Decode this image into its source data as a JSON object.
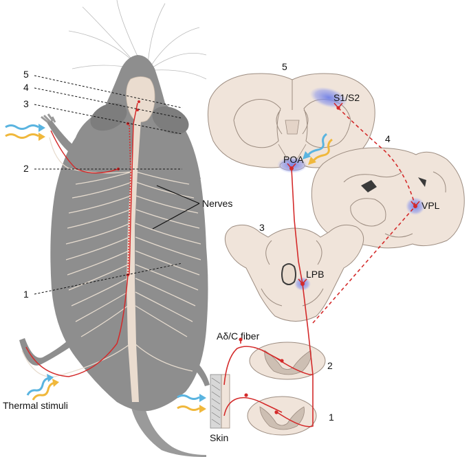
{
  "section_numbers": [
    "1",
    "2",
    "3",
    "4",
    "5"
  ],
  "labels": {
    "nerves": "Nerves",
    "thermal_stimuli": "Thermal stimuli",
    "fiber": "Aδ/C fiber",
    "skin": "Skin"
  },
  "regions": {
    "s1s2": "S1/S2",
    "poa": "POA",
    "vpl": "VPL",
    "lpb": "LPB"
  },
  "colors": {
    "pathway_red": "#d42a2a",
    "warm_arrow": "#f0b83c",
    "cool_arrow": "#5ab4e0",
    "highlight_blue": "#6f7fe6",
    "tissue": "#f0e4da",
    "body_gray": "#8e8e8e",
    "nerve": "#e7dccf"
  },
  "icons": [
    "warm-arrow-icon",
    "cool-arrow-icon",
    "neuron-terminal-icon"
  ]
}
